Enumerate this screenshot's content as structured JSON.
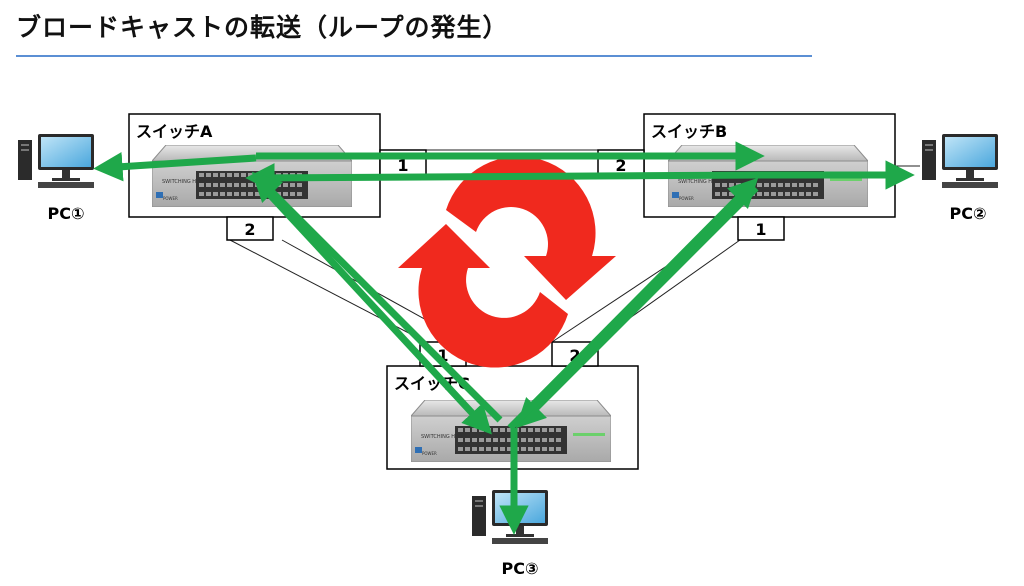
{
  "title": "ブロードキャストの転送（ループの発生）",
  "switches": {
    "a": {
      "name": "スイッチA",
      "port_right": "1",
      "port_bottom": "2"
    },
    "b": {
      "name": "スイッチB",
      "port_left": "2",
      "port_bottom": "1"
    },
    "c": {
      "name": "スイッチC",
      "port_left": "1",
      "port_right": "2"
    }
  },
  "device_text": {
    "model": "SWITCHING HUB",
    "power": "POWER"
  },
  "pcs": {
    "pc1": "PC①",
    "pc2": "PC②",
    "pc3": "PC③"
  },
  "colors": {
    "arrow": "#1fa84a",
    "loop": "#f0291e",
    "rule": "#5b8fd4"
  }
}
